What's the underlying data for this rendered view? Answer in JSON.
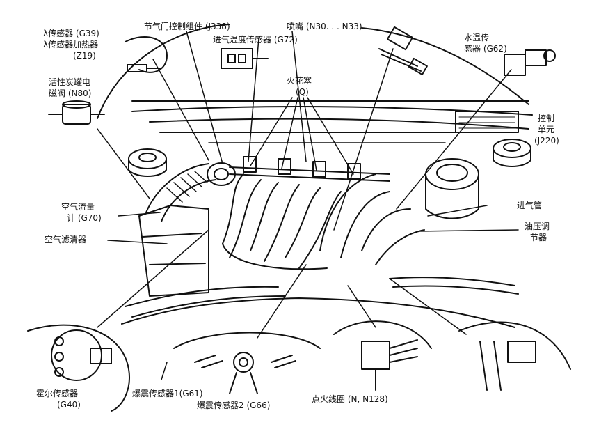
{
  "labels": {
    "o2_sensor_line1": "λ传感器 (G39)",
    "o2_sensor_line2": "λ传感器加热器",
    "o2_sensor_line3": "(Z19)",
    "throttle_unit": "节气门控制组件 (J338)",
    "injector": "喷嘴 (N30. . . N33)",
    "intake_temp_sensor": "进气温度传感器 (G72)",
    "coolant_sensor_line1": "水温传",
    "coolant_sensor_line2": "感器 (G62)",
    "canister_valve_line1": "活性炭罐电",
    "canister_valve_line2": "磁阀 (N80)",
    "spark_plug_line1": "火花塞",
    "spark_plug_line2": "(Q)",
    "ecu_line1": "控制",
    "ecu_line2": "单元",
    "ecu_line3": "(J220)",
    "airflow_meter_line1": "空气流量",
    "airflow_meter_line2": "计 (G70)",
    "air_filter": "空气滤清器",
    "intake_pipe": "进气管",
    "pressure_regulator_line1": "油压调",
    "pressure_regulator_line2": "节器",
    "hall_sensor_line1": "霍尔传感器",
    "hall_sensor_line2": "(G40)",
    "knock_sensor_1": "爆震传感器1(G61)",
    "knock_sensor_2": "爆震传感器2 (G66)",
    "ignition_coil": "点火线圈 (N, N128)"
  },
  "colors": {
    "ink": "#111111",
    "paper": "#ffffff"
  }
}
